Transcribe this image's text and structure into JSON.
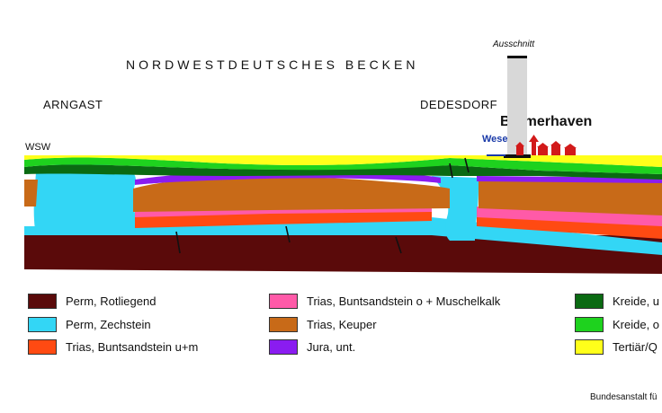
{
  "title": "NORDWESTDEUTSCHES BECKEN",
  "locations": {
    "west": "ARNGAST",
    "center": "DEDESDORF",
    "direction": "WSW"
  },
  "inset_label": "Ausschnitt",
  "city": "Bremerhaven",
  "river": "Weser",
  "legend": [
    {
      "label": "Perm, Rotliegend",
      "color": "#5a0a0a"
    },
    {
      "label": "Perm, Zechstein",
      "color": "#33d6f5"
    },
    {
      "label": "Trias, Buntsandstein u+m",
      "color": "#ff4a12"
    },
    {
      "label": "Trias, Buntsandstein o + Muschelkalk",
      "color": "#ff5aa8"
    },
    {
      "label": "Trias, Keuper",
      "color": "#c86a18"
    },
    {
      "label": "Jura, unt.",
      "color": "#8a1cf0"
    },
    {
      "label": "Kreide, u",
      "color": "#0a6a12"
    },
    {
      "label": "Kreide, o",
      "color": "#1ed21e"
    },
    {
      "label": "Tertiär/Q",
      "color": "#ffff1a"
    }
  ],
  "credit": "Bundesanstalt fü"
}
